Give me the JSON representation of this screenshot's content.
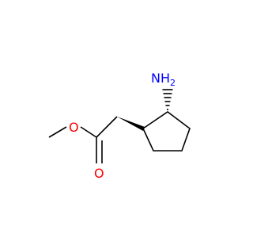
{
  "colors": {
    "bond": "#000000",
    "nitrogen": "#0000ff",
    "oxygen": "#ff0000",
    "background": "#ffffff"
  },
  "atoms": {
    "amine_n": "N",
    "amine_h": "H",
    "amine_h_count": "2",
    "ether_o": "O",
    "carbonyl_o": "O"
  }
}
